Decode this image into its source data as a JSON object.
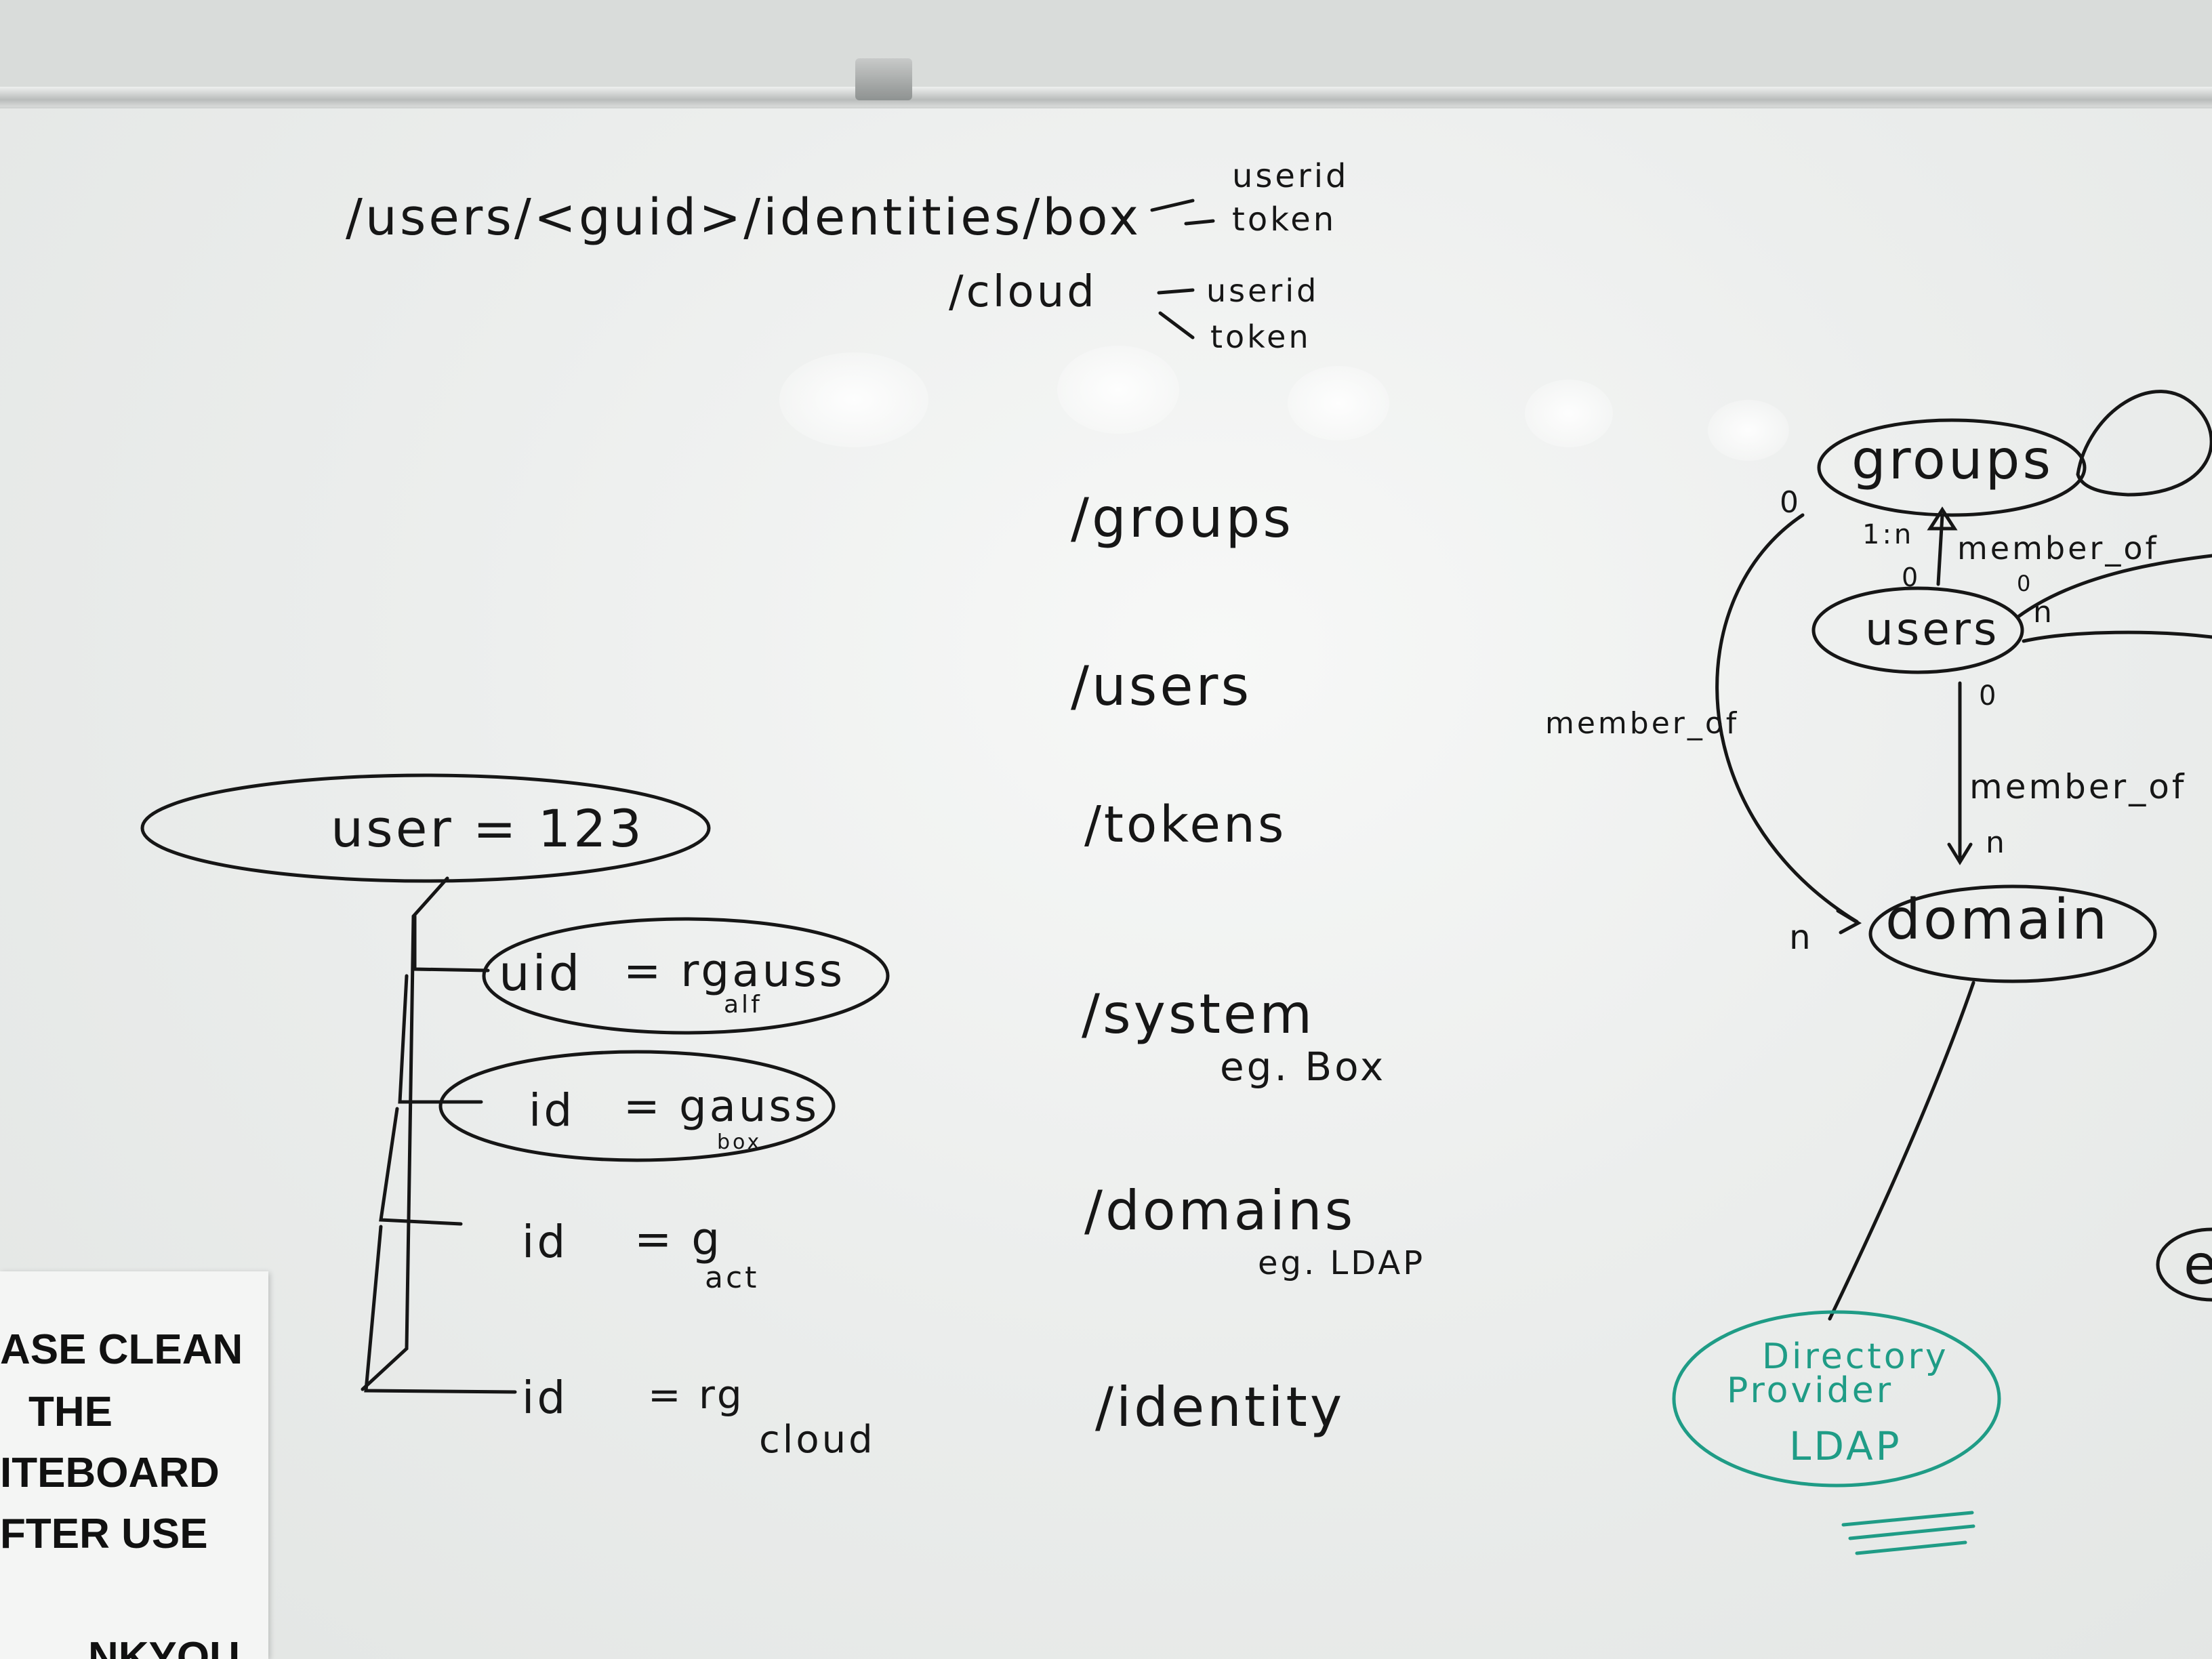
{
  "path_text": {
    "main": "/users/<guid>/identities/box",
    "box_fields": [
      "userid",
      "token"
    ],
    "cloud": "/cloud",
    "cloud_fields": [
      "userid",
      "token"
    ]
  },
  "endpoints": [
    "/groups",
    "/users",
    "/tokens",
    "/system",
    "/domains",
    "/identity"
  ],
  "endpoint_notes": {
    "system": "eg. Box",
    "domains": "eg. LDAP"
  },
  "tree": {
    "root": "user = 123",
    "children": [
      {
        "label": "uid",
        "value": "= rgauss",
        "sub": "alf"
      },
      {
        "label": "id",
        "value": "= gauss",
        "sub": "box"
      },
      {
        "label": "id",
        "value": "= g",
        "sub": "act"
      },
      {
        "label": "id",
        "value": "= rg",
        "sub": "cloud"
      }
    ]
  },
  "graph": {
    "nodes": {
      "groups": "groups",
      "users": "users",
      "domain": "domain"
    },
    "edges": {
      "groups_users": "member_of",
      "users_domain": "member_of",
      "groups_domain": "member_of"
    },
    "cardinality": {
      "groups_top": "0",
      "groups_bottom": "1:n",
      "users_top": "0",
      "users_right": "n",
      "users_bottom": "0",
      "domain_top": "n",
      "domain_left": "n",
      "users_right_top": "0"
    },
    "provider": {
      "line1": "Directory",
      "line2": "Provider",
      "line3": "LDAP"
    },
    "partial_node": "e"
  },
  "sign": {
    "lines": [
      "ASE CLEAN",
      "THE",
      "ITEBOARD",
      "FTER USE",
      "NKYOU"
    ]
  },
  "colors": {
    "ink": "#161616",
    "green_marker": "#1f9c86",
    "board": "#eceeed"
  }
}
